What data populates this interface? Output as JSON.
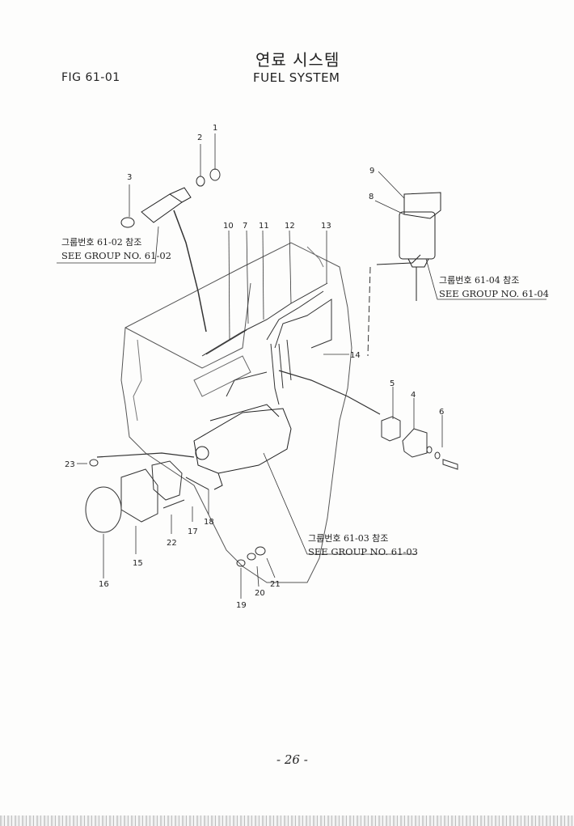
{
  "header": {
    "title_korean": "연료 시스템",
    "title_english": "FUEL SYSTEM",
    "figure_id": "FIG 61-01"
  },
  "callouts": [
    "1",
    "2",
    "3",
    "4",
    "5",
    "6",
    "7",
    "8",
    "9",
    "10",
    "11",
    "12",
    "13",
    "14",
    "15",
    "16",
    "17",
    "18",
    "19",
    "20",
    "21",
    "22",
    "23"
  ],
  "references": [
    {
      "korean": "그룹번호 61-02 참조",
      "english": "SEE GROUP NO. 61-02"
    },
    {
      "korean": "그룹번호 61-04 참조",
      "english": "SEE GROUP NO. 61-04"
    },
    {
      "korean": "그룹번호 61-03 참조",
      "english": "SEE GROUP NO. 61-03"
    }
  ],
  "footer": {
    "page_number": "- 26 -"
  }
}
